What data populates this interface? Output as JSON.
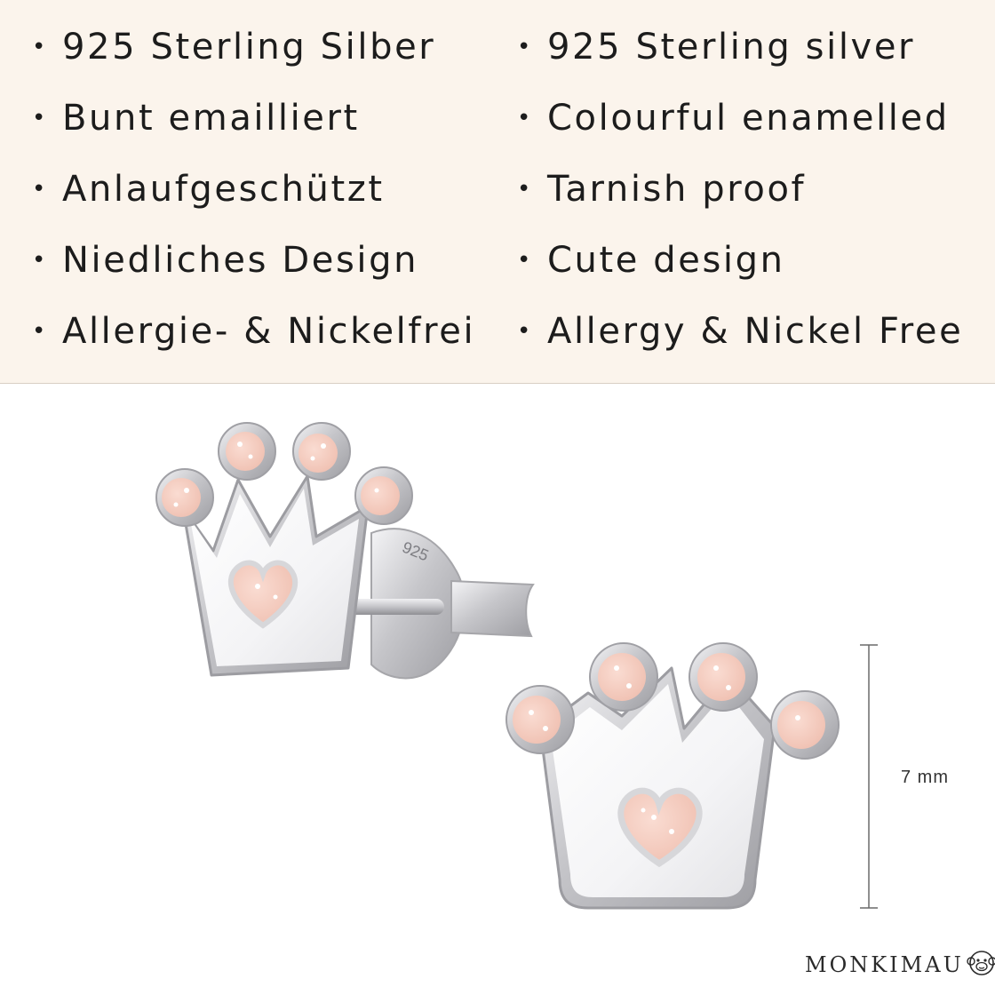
{
  "features_de": [
    "925 Sterling Silber",
    "Bunt emailliert",
    "Anlaufgeschützt",
    "Niedliches Design",
    "Allergie- & Nickelfrei"
  ],
  "features_en": [
    "925 Sterling silver",
    "Colourful enamelled",
    "Tarnish proof",
    "Cute design",
    "Allergy & Nickel Free"
  ],
  "bullet": "•",
  "product": {
    "hallmark": "925",
    "dimension_label": "7 mm",
    "enamel_color": "#f6cfc2",
    "silver_color": "#c9c9cc"
  },
  "brand": {
    "name": "MONKIMAU",
    "registered": "®",
    "icon": "monkey-face-icon"
  },
  "colors": {
    "banner_background": "#fbf4ec",
    "text": "#1c1c1c"
  }
}
